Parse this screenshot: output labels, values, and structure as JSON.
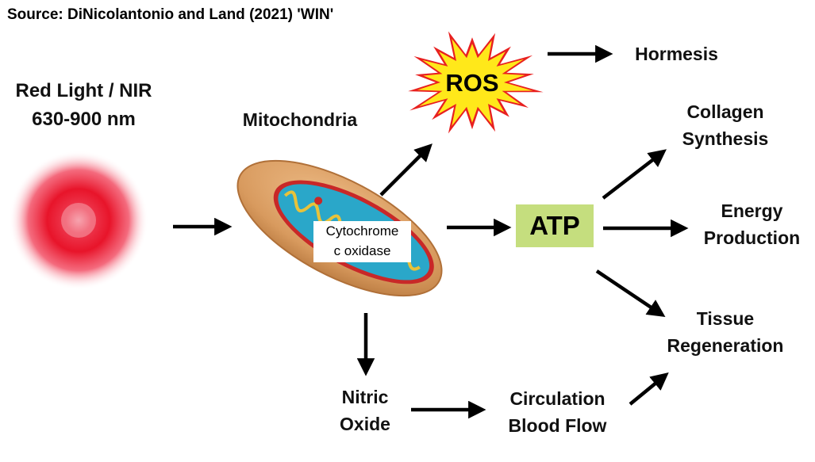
{
  "source": "Source: DiNicolantonio and Land (2021) 'WIN'",
  "light": {
    "line1": "Red Light / NIR",
    "line2": "630-900 nm"
  },
  "mitochondria": {
    "title": "Mitochondria"
  },
  "cytochrome": {
    "line1": "Cytochrome",
    "line2": "c oxidase"
  },
  "ros": {
    "label": "ROS"
  },
  "atp": {
    "label": "ATP"
  },
  "hormesis": {
    "label": "Hormesis"
  },
  "collagen": {
    "line1": "Collagen",
    "line2": "Synthesis"
  },
  "energy": {
    "line1": "Energy",
    "line2": "Production"
  },
  "tissue": {
    "line1": "Tissue",
    "line2": "Regeneration"
  },
  "nitric": {
    "line1": "Nitric",
    "line2": "Oxide"
  },
  "circulation": {
    "line1": "Circulation",
    "line2": "Blood Flow"
  },
  "colors": {
    "atp_box": "#c5de7e",
    "ros_burst_outer": "#e82020",
    "ros_burst_inner": "#ffe81a",
    "light_core": "#e8142a",
    "mito_outer": "#dba26a",
    "mito_inner": "#2aa7c9",
    "arrow": "#000000"
  }
}
